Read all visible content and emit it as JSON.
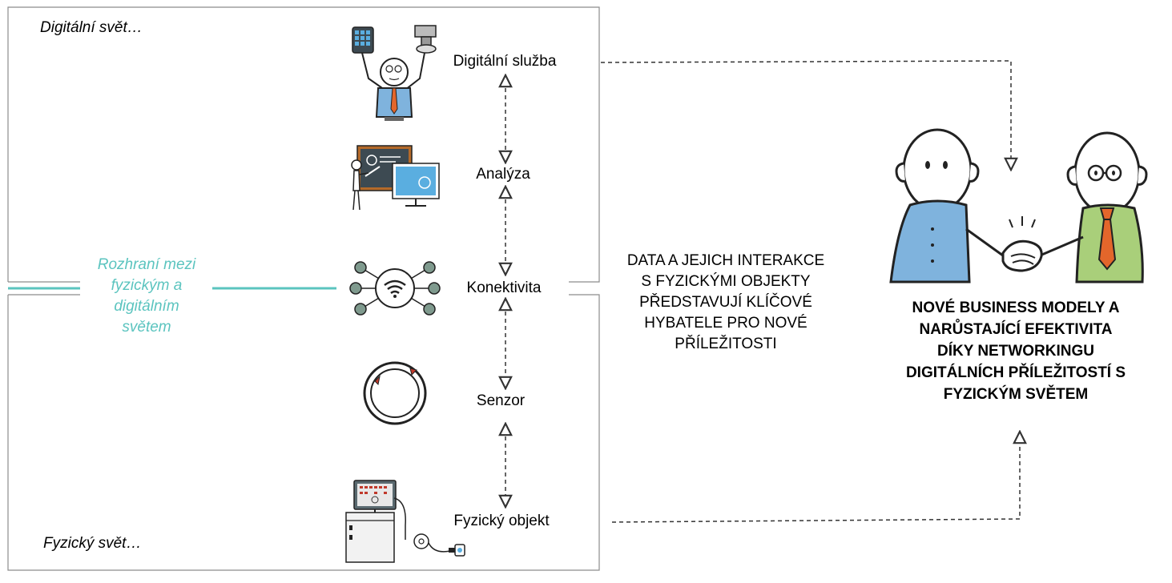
{
  "worlds": {
    "digital": "Digitální svět…",
    "physical": "Fyzický svět…"
  },
  "interface_label": {
    "line1": "Rozhraní mezi",
    "line2": "fyzickým a",
    "line3": "digitálním",
    "line4": "světem"
  },
  "layers": [
    {
      "label": "Digitální služba",
      "icon": "person-with-devices-icon"
    },
    {
      "label": "Analýza",
      "icon": "analytics-board-icon"
    },
    {
      "label": "Konektivita",
      "icon": "wifi-network-icon"
    },
    {
      "label": "Senzor",
      "icon": "sensor-ring-icon"
    },
    {
      "label": "Fyzický objekt",
      "icon": "machine-icon"
    }
  ],
  "middle_text": {
    "line1": "DATA A JEJICH INTERAKCE",
    "line2": "S FYZICKÝMI OBJEKTY",
    "line3": "PŘEDSTAVUJÍ KLÍČOVÉ",
    "line4": "HYBATELE PRO NOVÉ",
    "line5": "PŘÍLEŽITOSTI"
  },
  "outcome_text": {
    "line1": "NOVÉ BUSINESS MODELY A",
    "line2": "NARŮSTAJÍCÍ EFEKTIVITA",
    "line3": "DÍKY NETWORKINGU",
    "line4": "DIGITÁLNÍCH PŘÍLEŽITOSTÍ S",
    "line5": "FYZICKÝM SVĚTEM"
  },
  "illustration": "handshake-icon",
  "colors": {
    "frame": "#8c8c8c",
    "interface": "#5bc4bf",
    "node": "#7f9a8e",
    "shirt_blue": "#7fb3dd",
    "shirt_green": "#a9cf7a",
    "tie": "#e3662b",
    "screen_blue": "#5aaee0",
    "board": "#3d4a52",
    "board_frame": "#b46a2a",
    "arrow": "#333333"
  }
}
